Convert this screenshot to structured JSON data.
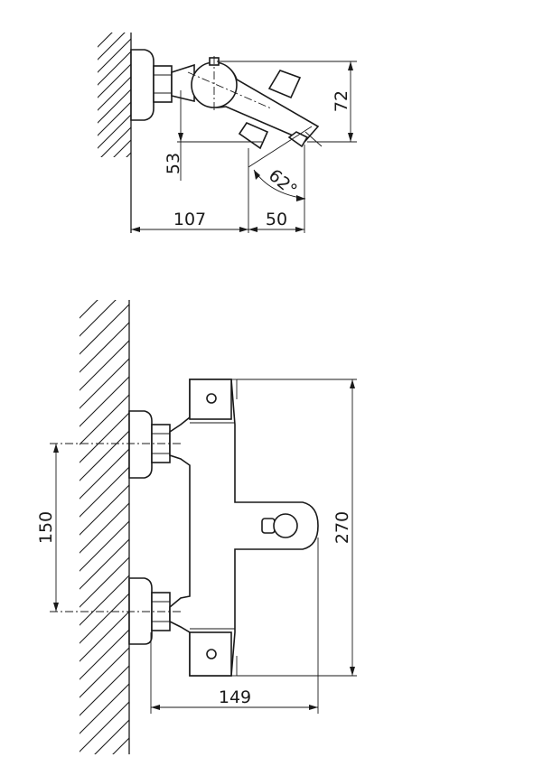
{
  "side_view": {
    "dim_height": "72",
    "dim_outlet_drop": "53",
    "dim_wall_to_front": "107",
    "dim_front_to_spout": "50",
    "dim_angle": "62°"
  },
  "front_view": {
    "dim_centers": "150",
    "dim_total_height": "270",
    "dim_depth": "149"
  }
}
